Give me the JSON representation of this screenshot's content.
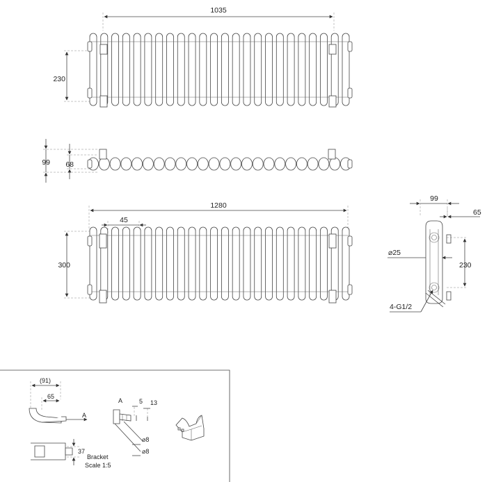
{
  "top_view": {
    "width_label": "1035",
    "height_label": "230"
  },
  "plan_view": {
    "depth_outer_label": "99",
    "depth_inner_label": "68"
  },
  "front_view": {
    "width_label": "1280",
    "pitch_label": "45",
    "height_label": "300"
  },
  "side_view": {
    "depth_label": "99",
    "offset_label": "65",
    "tube_label": "⌀25",
    "centres_label": "230",
    "thread_label": "4-G1/2"
  },
  "bracket_box": {
    "overall_label": "(91)",
    "depth_label": "65",
    "callout_a_label": "A",
    "detail_a_label": "A",
    "dim_5_label": "5",
    "dim_13_label": "13",
    "hole_1_label": "⌀8",
    "hole_2_label": "⌀8",
    "height_label": "37",
    "title_line1": "Bracket",
    "title_line2": "Scale 1:5"
  }
}
